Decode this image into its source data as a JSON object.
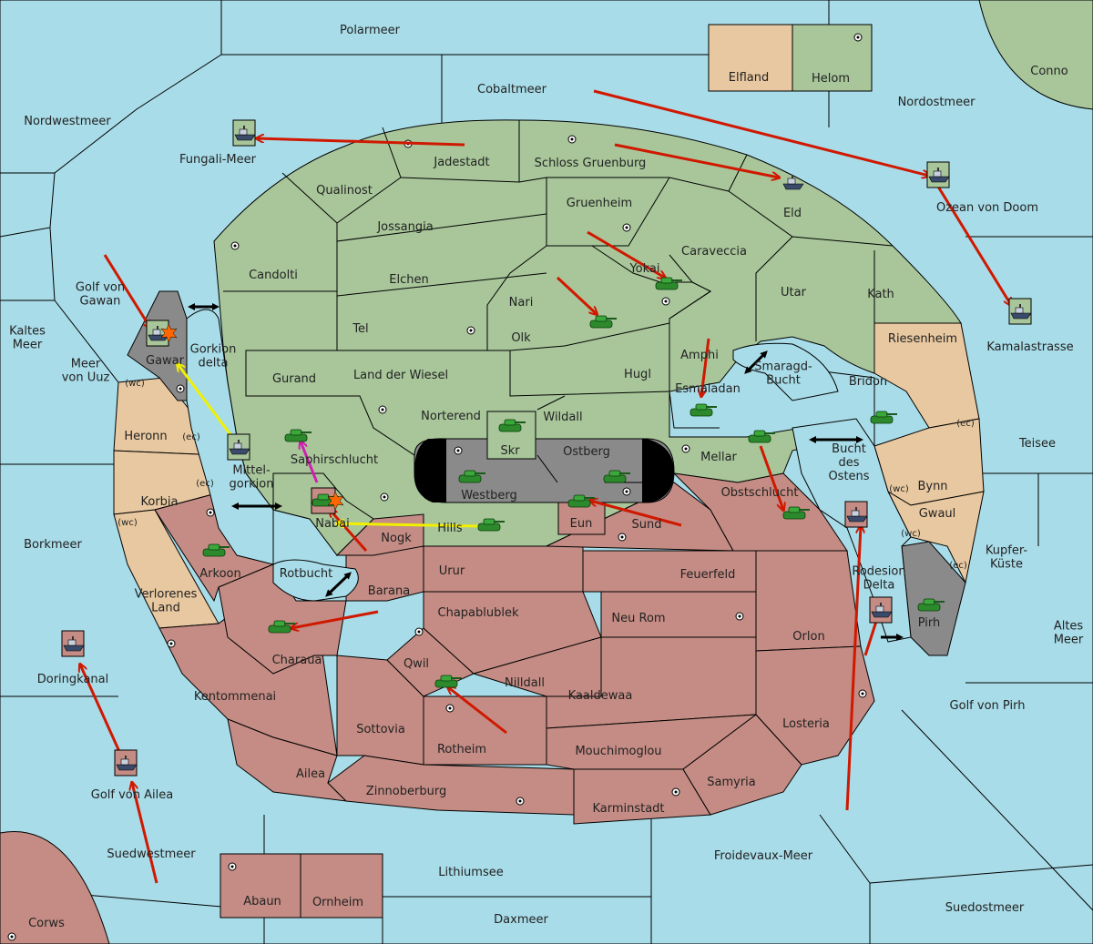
{
  "colors": {
    "sea": "#a8dce8",
    "green_power": "#a8c69a",
    "tan_power": "#e8c8a0",
    "red_power": "#c48c84",
    "impassable": "#8a8a8a",
    "order_move": "#d01800",
    "order_retreat": "#f0f000",
    "order_support": "#d020b0"
  },
  "labels": {
    "polarmeer": "Polarmeer",
    "cobaltmeer": "Cobaltmeer",
    "elfland": "Elfland",
    "helom": "Helom",
    "conno": "Conno",
    "nordostmeer": "Nordostmeer",
    "nordwestmeer": "Nordwestmeer",
    "fungali_meer": "Fungali-Meer",
    "jadestadt": "Jadestadt",
    "schloss_gruenburg": "Schloss Gruenburg",
    "qualinost": "Qualinost",
    "gruenheim": "Gruenheim",
    "eld": "Eld",
    "ozean_von_doom": "Ozean von Doom",
    "jossangia": "Jossangia",
    "caraveccia": "Caraveccia",
    "candolti": "Candolti",
    "elchen": "Elchen",
    "yokai": "Yokai",
    "utar": "Utar",
    "kath": "Kath",
    "kamalastrasse": "Kamalastrasse",
    "golf_von_gawan": "Golf von\nGawan",
    "nari": "Nari",
    "tel": "Tel",
    "olk": "Olk",
    "amphi": "Amphi",
    "riesenheim": "Riesenheim",
    "kaltes_meer": "Kaltes\nMeer",
    "gawar": "Gawar",
    "gorkion_delta": "Gorkion\ndelta",
    "meer_von_uuz": "Meer\nvon Uuz",
    "wc": "(wc)",
    "ec": "(ec)",
    "gurand": "Gurand",
    "land_der_wiesel": "Land der Wiesel",
    "hugl": "Hugl",
    "smaragd_bucht": "Smaragd-\nBucht",
    "esmaladan": "Esmaladan",
    "bridon": "Bridon",
    "norterend": "Norterend",
    "wildall": "Wildall",
    "heronn": "Heronn",
    "skr": "Skr",
    "ostberg": "Ostberg",
    "mellar": "Mellar",
    "teisee": "Teisee",
    "saphirschlucht": "Saphirschlucht",
    "mittel_gorkion": "Mittel-\ngorkion",
    "bucht_des_ostens": "Bucht\ndes\nOstens",
    "westberg": "Westberg",
    "obstschlucht": "Obstschlucht",
    "bynn": "Bynn",
    "korbia": "Korbia",
    "nabai": "Nabai",
    "hills": "Hills",
    "eun": "Eun",
    "sund": "Sund",
    "gwaul": "Gwaul",
    "nogk": "Nogk",
    "borkmeer": "Borkmeer",
    "kupfer_kueste": "Kupfer-\nKüste",
    "arkoon": "Arkoon",
    "rotbucht": "Rotbucht",
    "urur": "Urur",
    "feuerfeld": "Feuerfeld",
    "rodesion_delta": "Rodesion\nDelta",
    "barana": "Barana",
    "verlorenes_land": "Verlorenes\nLand",
    "chapablublek": "Chapablublek",
    "neu_rom": "Neu Rom",
    "pirh": "Pirh",
    "orlon": "Orlon",
    "altes_meer": "Altes\nMeer",
    "doringkanal": "Doringkanal",
    "charaua": "Charaua",
    "qwil": "Qwil",
    "nilldall": "Nilldall",
    "kaaldewaa": "Kaaldewaa",
    "kentommenai": "Kentommenai",
    "golf_von_pirh": "Golf von Pirh",
    "sottovia": "Sottovia",
    "losteria": "Losteria",
    "rotheim": "Rotheim",
    "mouchimoglou": "Mouchimoglou",
    "ailea": "Ailea",
    "samyria": "Samyria",
    "golf_von_ailea": "Golf von Ailea",
    "zinnoberburg": "Zinnoberburg",
    "karminstadt": "Karminstadt",
    "suedwestmeer": "Suedwestmeer",
    "froidevaux_meer": "Froidevaux-Meer",
    "lithiumsee": "Lithiumsee",
    "abaun": "Abaun",
    "ornheim": "Ornheim",
    "suedostmeer": "Suedostmeer",
    "daxmeer": "Daxmeer",
    "corws": "Corws"
  },
  "units": [
    {
      "type": "fleet",
      "power": "green",
      "location": "Fungali-Meer"
    },
    {
      "type": "fleet",
      "power": "green",
      "location": "Eld"
    },
    {
      "type": "fleet",
      "power": "green",
      "location": "Ozean von Doom"
    },
    {
      "type": "fleet",
      "power": "green",
      "location": "Kamalastrasse"
    },
    {
      "type": "fleet",
      "power": "green",
      "location": "Gawar",
      "dislodged": true
    },
    {
      "type": "fleet",
      "power": "green",
      "location": "Mittelgorkion"
    },
    {
      "type": "army",
      "power": "green",
      "location": "Yokai"
    },
    {
      "type": "army",
      "power": "green",
      "location": "Nari"
    },
    {
      "type": "army",
      "power": "green",
      "location": "Esmaladan"
    },
    {
      "type": "army",
      "power": "green",
      "location": "Bridon"
    },
    {
      "type": "army",
      "power": "green",
      "location": "Mellar"
    },
    {
      "type": "army",
      "power": "green",
      "location": "Saphirschlucht"
    },
    {
      "type": "army",
      "power": "green",
      "location": "Skr"
    },
    {
      "type": "army",
      "power": "green",
      "location": "Westberg"
    },
    {
      "type": "army",
      "power": "green",
      "location": "Ostberg"
    },
    {
      "type": "army",
      "power": "green",
      "location": "Eun"
    },
    {
      "type": "army",
      "power": "green",
      "location": "Hills"
    },
    {
      "type": "army",
      "power": "green",
      "location": "Obstschlucht"
    },
    {
      "type": "army",
      "power": "red",
      "location": "Nabai",
      "dislodged": true
    },
    {
      "type": "army",
      "power": "green",
      "location": "Arkoon"
    },
    {
      "type": "army",
      "power": "green",
      "location": "Charaua"
    },
    {
      "type": "army",
      "power": "green",
      "location": "Qwil"
    },
    {
      "type": "army",
      "power": "green",
      "location": "Pirh"
    },
    {
      "type": "fleet",
      "power": "red",
      "location": "Bucht des Ostens"
    },
    {
      "type": "fleet",
      "power": "red",
      "location": "Rodesion Delta"
    },
    {
      "type": "fleet",
      "power": "red",
      "location": "Doringkanal"
    },
    {
      "type": "fleet",
      "power": "red",
      "location": "Golf von Ailea"
    }
  ]
}
